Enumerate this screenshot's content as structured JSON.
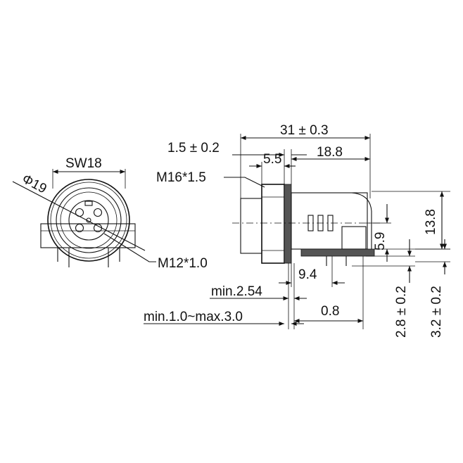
{
  "front_view": {
    "sw_label": "SW18",
    "diameter_label": "Φ19",
    "thread_m12_label": "M12*1.0"
  },
  "side_view": {
    "overall_length_label": "31 ± 0.3",
    "flange_label": "1.5 ± 0.2",
    "nut_label": "5.5",
    "body_label": "18.8",
    "thread_m16_label": "M16*1.5",
    "height_138_label": "13.8",
    "height_59_label": "5.9",
    "pin_pitch_label": "9.4",
    "min_pitch_label": "min.2.54",
    "offset_08_label": "0.8",
    "panel_thickness_label": "min.1.0~max.3.0",
    "pin_len_28_label": "2.8 ± 0.2",
    "pin_len_32_label": "3.2 ± 0.2"
  },
  "colors": {
    "line": "#111111",
    "hatch": "#555555",
    "background": "#ffffff"
  }
}
